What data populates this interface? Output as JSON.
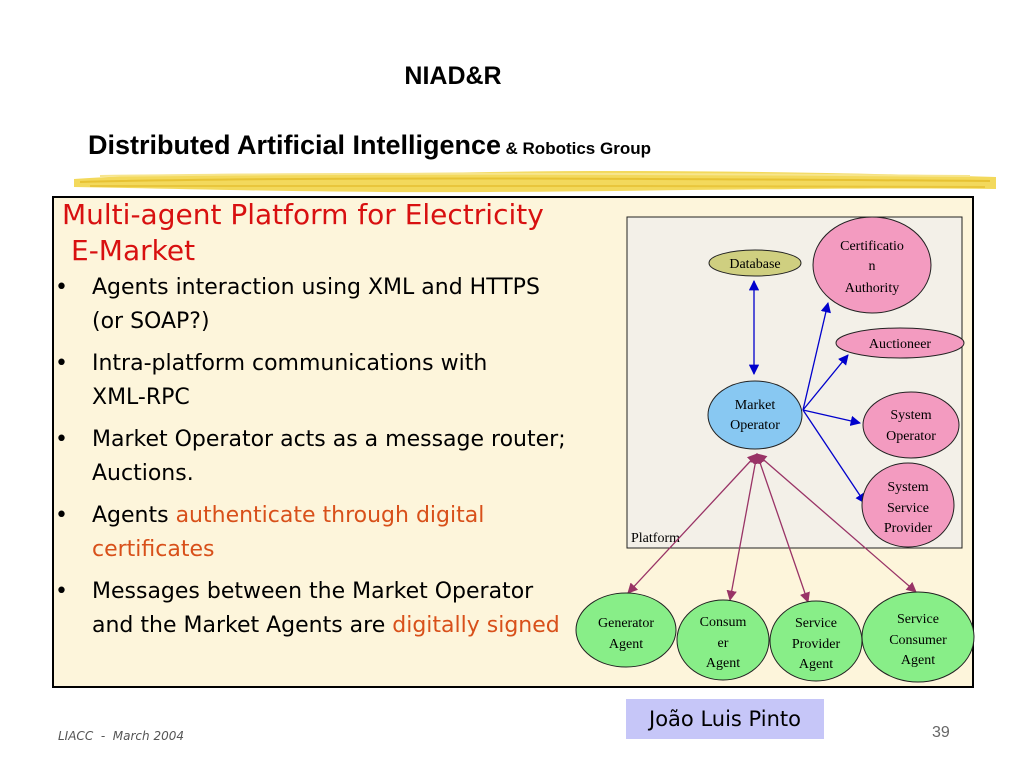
{
  "header": {
    "title": "NIAD&R",
    "subtitle_main": "Distributed Artificial Intelligence",
    "subtitle_small": "& Robotics Group"
  },
  "slide": {
    "title_line1": "Multi-agent Platform for Electricity",
    "title_line2": "E-Market",
    "bullet_marker": "•",
    "bullets": {
      "b1": "Agents interaction using XML and HTTPS (or SOAP?)",
      "b2": "Intra-platform communications with XML-RPC",
      "b3": "Market Operator acts as a message router; Auctions.",
      "b4_pre": "Agents ",
      "b4_hl": "authenticate through digital certificates",
      "b5_pre": "Messages between the Market Operator and the Market Agents are ",
      "b5_hl": "digitally signed"
    }
  },
  "diagram": {
    "platform_label": "Platform",
    "nodes": {
      "database": "Database",
      "cert_l1": "Certificatio",
      "cert_l2": "n",
      "cert_l3": "Authority",
      "auctioneer": "Auctioneer",
      "market_l1": "Market",
      "market_l2": "Operator",
      "sysop_l1": "System",
      "sysop_l2": "Operator",
      "ssp_l1": "System",
      "ssp_l2": "Service",
      "ssp_l3": "Provider",
      "gen_l1": "Generator",
      "gen_l2": "Agent",
      "cons_l1": "Consum",
      "cons_l2": "er",
      "cons_l3": "Agent",
      "spa_l1": "Service",
      "spa_l2": "Provider",
      "spa_l3": "Agent",
      "sca_l1": "Service",
      "sca_l2": "Consumer",
      "sca_l3": "Agent"
    }
  },
  "footer": {
    "author": "João Luis Pinto",
    "left": "LIACC  -  March 2004",
    "page": "39"
  },
  "colors": {
    "title_red": "#d81010",
    "highlight_orange": "#d8501a",
    "box_bg": "#fdf5db",
    "stripe_yellow": "#f2d54a",
    "author_bg": "#c6c6f8"
  }
}
